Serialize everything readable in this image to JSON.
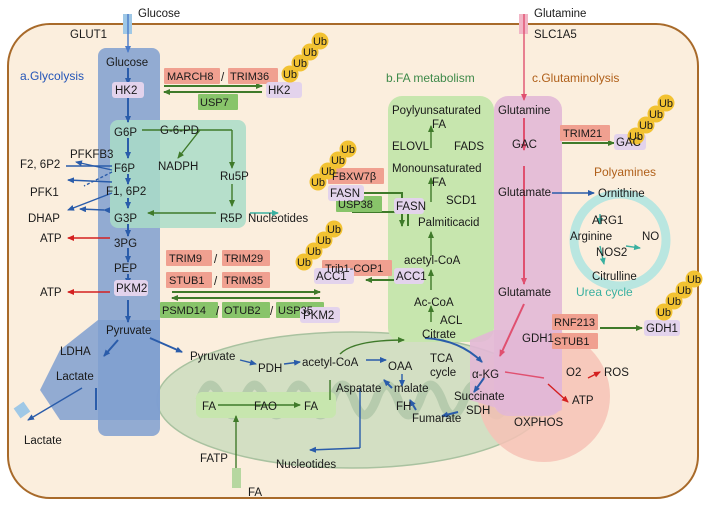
{
  "transporters": {
    "glucose_in": "Glucose",
    "glut1": "GLUT1",
    "glutamine_in": "Glutamine",
    "slc1a5": "SLC1A5",
    "lactate_out": "Lactate",
    "fatp": "FATP",
    "fa_in": "FA"
  },
  "section_titles": {
    "glycolysis": "a.Glycolysis",
    "fa_metabolism": "b.FA metabolism",
    "glutaminolysis": "c.Glutaminolysis",
    "polyamines": "Polyamines",
    "urea_cycle": "Urea cycle"
  },
  "glycolysis": {
    "glucose": "Glucose",
    "hk2": "HK2",
    "g6p": "G6P",
    "f6p": "F6P",
    "f16p2": "F1, 6P2",
    "g3p": "G3P",
    "pg3": "3PG",
    "pep": "PEP",
    "pkm2": "PKM2",
    "pyruvate": "Pyruvate",
    "ldha": "LDHA",
    "lactate": "Lactate",
    "atp1": "ATP",
    "atp2": "ATP",
    "pfkfb3": "PFKFB3",
    "f26p2": "F2, 6P2",
    "pfk1": "PFK1",
    "dhap": "DHAP"
  },
  "ppp": {
    "g6pd": "G-6-PD",
    "nadph": "NADPH",
    "ru5p": "Ru5P",
    "r5p": "R5P",
    "nucleotides": "Nucleotides"
  },
  "ubiquitination": {
    "ub": "Ub",
    "march8": "MARCH8",
    "trim36": "TRIM36",
    "usp7": "USP7",
    "hk2_ub": "HK2",
    "trim9": "TRIM9",
    "trim29": "TRIM29",
    "stub1_a": "STUB1",
    "trim35": "TRIM35",
    "psmd14": "PSMD14",
    "otub2": "OTUB2",
    "usp35": "USP35",
    "pkm2_ub": "PKM2",
    "fbxw7b": "FBXW7β",
    "usp38": "USP38",
    "fasn_ub": "FASN",
    "trib1": "Trib1-COP1",
    "acc1_ub": "ACC1",
    "trim21": "TRIM21",
    "gac_ub": "GAC",
    "rnf213": "RNF213",
    "stub1_b": "STUB1",
    "gdh1_ub": "GDH1"
  },
  "fa": {
    "polyunsat": "Poylyunsaturated",
    "fa1": "FA",
    "elovl": "ELOVL",
    "fads": "FADS",
    "monounsat": "Monounsaturated",
    "fa2": "FA",
    "scd1": "SCD1",
    "palmitic": "Palmiticacid",
    "fasn": "FASN",
    "acetyl_coa": "acetyl-CoA",
    "acc1": "ACC1",
    "ac_coa": "Ac-CoA",
    "acl": "ACL",
    "citrate": "Citrate"
  },
  "glutaminolysis": {
    "glutamine": "Glutamine",
    "gac": "GAC",
    "glutamate1": "Glutamate",
    "glutamate2": "Glutamate",
    "gdh1": "GDH1",
    "akg": "α-KG"
  },
  "urea": {
    "ornithine": "Ornithine",
    "arg1": "ARG1",
    "arginine": "Arginine",
    "no": "NO",
    "nos2": "NOS2",
    "citrulline": "Citrulline"
  },
  "mito": {
    "pyruvate": "Pyruvate",
    "pdh": "PDH",
    "acetyl_coa": "acetyl-CoA",
    "oaa": "OAA",
    "tca1": "TCA",
    "tca2": "cycle",
    "malate": "malate",
    "aspatate": "Aspatate",
    "fh": "FH",
    "fumarate": "Fumarate",
    "succinate": "Succinate",
    "sdh": "SDH",
    "fa_a": "FA",
    "fao": "FAO",
    "fa_b": "FA",
    "nucleotides": "Nucleotides"
  },
  "oxphos": {
    "o2": "O2",
    "ros": "ROS",
    "atp": "ATP",
    "label": "OXPHOS"
  },
  "colors": {
    "cell_fill": "#fbeedd",
    "cell_border": "#a86a2a",
    "glycolysis_panel": "#7f9fd0",
    "ppp_panel": "#a9dcc8",
    "fa_panel": "#c7e6ae",
    "glutaminolysis_panel": "#e2b8d6",
    "mito_fill": "#d3dfc3",
    "oxphos_fill": "#f6c2b6",
    "ub_fill": "#f2c232",
    "e3_fill": "#f0a090",
    "dub_fill": "#88c46a",
    "substrate_fill": "#e3d3ec",
    "red_text": "#d42020",
    "blue_title": "#2455b8",
    "green_title": "#3f8a4a",
    "orange_title": "#b0601a",
    "teal_title": "#3ab0a0",
    "arrow_blue": "#2a5caa",
    "arrow_green": "#3f7a2a",
    "arrow_pink": "#e05070"
  }
}
